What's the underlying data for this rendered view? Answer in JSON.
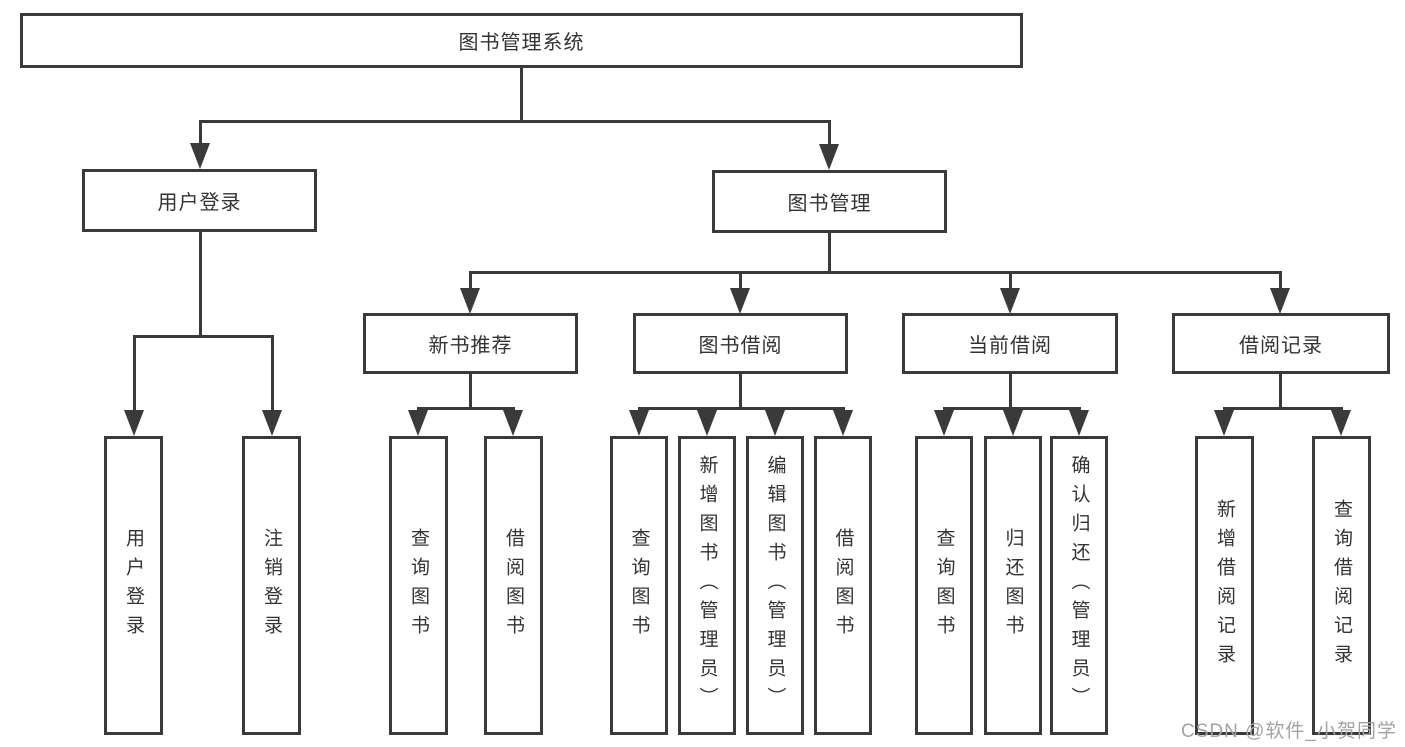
{
  "tree": {
    "root": {
      "label": "图书管理系统"
    },
    "branches": [
      {
        "label": "用户登录",
        "children": [
          {
            "label": "用户登录"
          },
          {
            "label": "注销登录"
          }
        ]
      },
      {
        "label": "图书管理",
        "children": [
          {
            "label": "新书推荐",
            "children": [
              {
                "label": "查询图书"
              },
              {
                "label": "借阅图书"
              }
            ]
          },
          {
            "label": "图书借阅",
            "children": [
              {
                "label": "查询图书"
              },
              {
                "label": "新增图书（管理员）"
              },
              {
                "label": "编辑图书（管理员）"
              },
              {
                "label": "借阅图书"
              }
            ]
          },
          {
            "label": "当前借阅",
            "children": [
              {
                "label": "查询图书"
              },
              {
                "label": "归还图书"
              },
              {
                "label": "确认归还（管理员）"
              }
            ]
          },
          {
            "label": "借阅记录",
            "children": [
              {
                "label": "新增借阅记录"
              },
              {
                "label": "查询借阅记录"
              }
            ]
          }
        ]
      }
    ]
  },
  "watermark": "CSDN @软件_小贺同学",
  "colors": {
    "line": "#3a3a3a",
    "text": "#333333",
    "watermark": "#a3a3a3",
    "background": "#ffffff"
  }
}
